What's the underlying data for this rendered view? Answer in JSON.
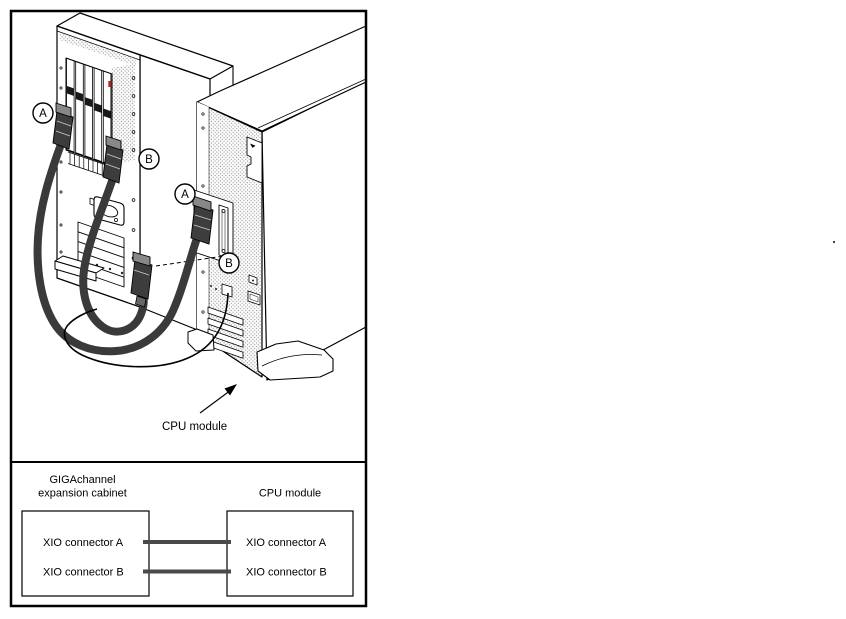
{
  "illustration": {
    "callout_expansion_a": "A",
    "callout_expansion_b": "B",
    "callout_cpu_a": "A",
    "callout_cpu_b": "B",
    "cpu_module_annotation": "CPU module"
  },
  "schematic": {
    "left_title_line1": "GIGAchannel",
    "left_title_line2": "expansion cabinet",
    "right_title": "CPU module",
    "left_connector_a": "XIO connector A",
    "left_connector_b": "XIO connector B",
    "right_connector_a": "XIO connector A",
    "right_connector_b": "XIO connector B"
  },
  "colors": {
    "cable": "#3a3a3a",
    "connector_body": "#3d3d3d",
    "connector_hood": "#888888",
    "schematic_line": "#4a4a4a",
    "stipple": "#999999",
    "red_mark": "#c3241c"
  }
}
